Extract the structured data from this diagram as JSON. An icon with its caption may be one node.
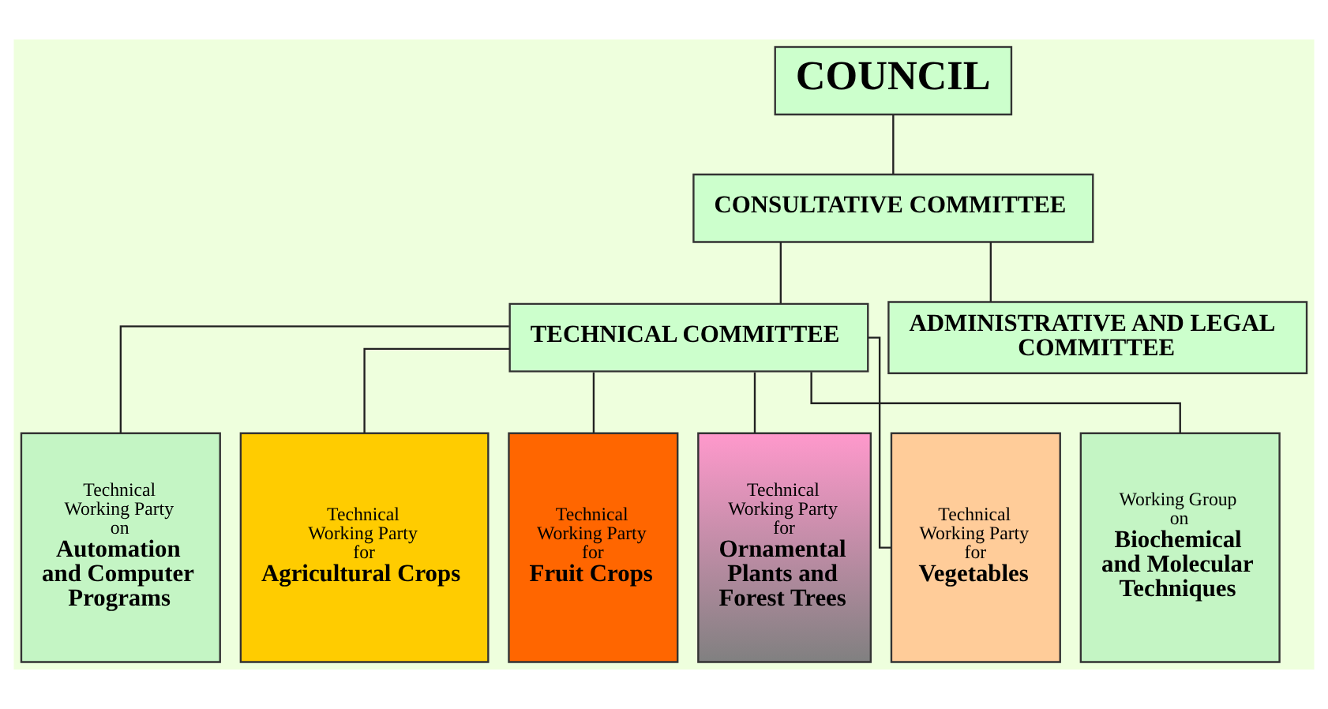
{
  "diagram": {
    "nodes": [
      {
        "text": [
          "COUNCIL"
        ]
      },
      {
        "text": [
          "CONSULTATIVE COMMITTEE"
        ]
      },
      {
        "text": [
          "TECHNICAL COMMITTEE"
        ]
      },
      {
        "text": [
          "ADMINISTRATIVE AND LEGAL COMMITTEE"
        ]
      },
      {
        "text": [
          "Technical Working Party on",
          "Automation and Computer Programs"
        ]
      },
      {
        "text": [
          "Technical Working Party for",
          "Agricultural Crops"
        ]
      },
      {
        "text": [
          "Technical Working Party for",
          "Fruit Crops"
        ]
      },
      {
        "text": [
          "Technical Working Party for",
          "Ornamental Plants and Forest Trees"
        ]
      },
      {
        "text": [
          "Technical Working Party for",
          "Vegetables"
        ]
      },
      {
        "text": [
          "Working Group on",
          "Biochemical and Molecular Techniques"
        ]
      }
    ],
    "edges": [
      {
        "from": 0,
        "to": 1,
        "arrow": "none"
      },
      {
        "from": 1,
        "to": 2,
        "arrow": "none"
      },
      {
        "from": 1,
        "to": 3,
        "arrow": "none"
      },
      {
        "from": 2,
        "to": 4,
        "arrow": "none"
      },
      {
        "from": 2,
        "to": 5,
        "arrow": "none"
      },
      {
        "from": 2,
        "to": 6,
        "arrow": "none"
      },
      {
        "from": 2,
        "to": 7,
        "arrow": "none"
      },
      {
        "from": 2,
        "to": 8,
        "arrow": "none"
      },
      {
        "from": 2,
        "to": 9,
        "arrow": "none"
      }
    ]
  }
}
